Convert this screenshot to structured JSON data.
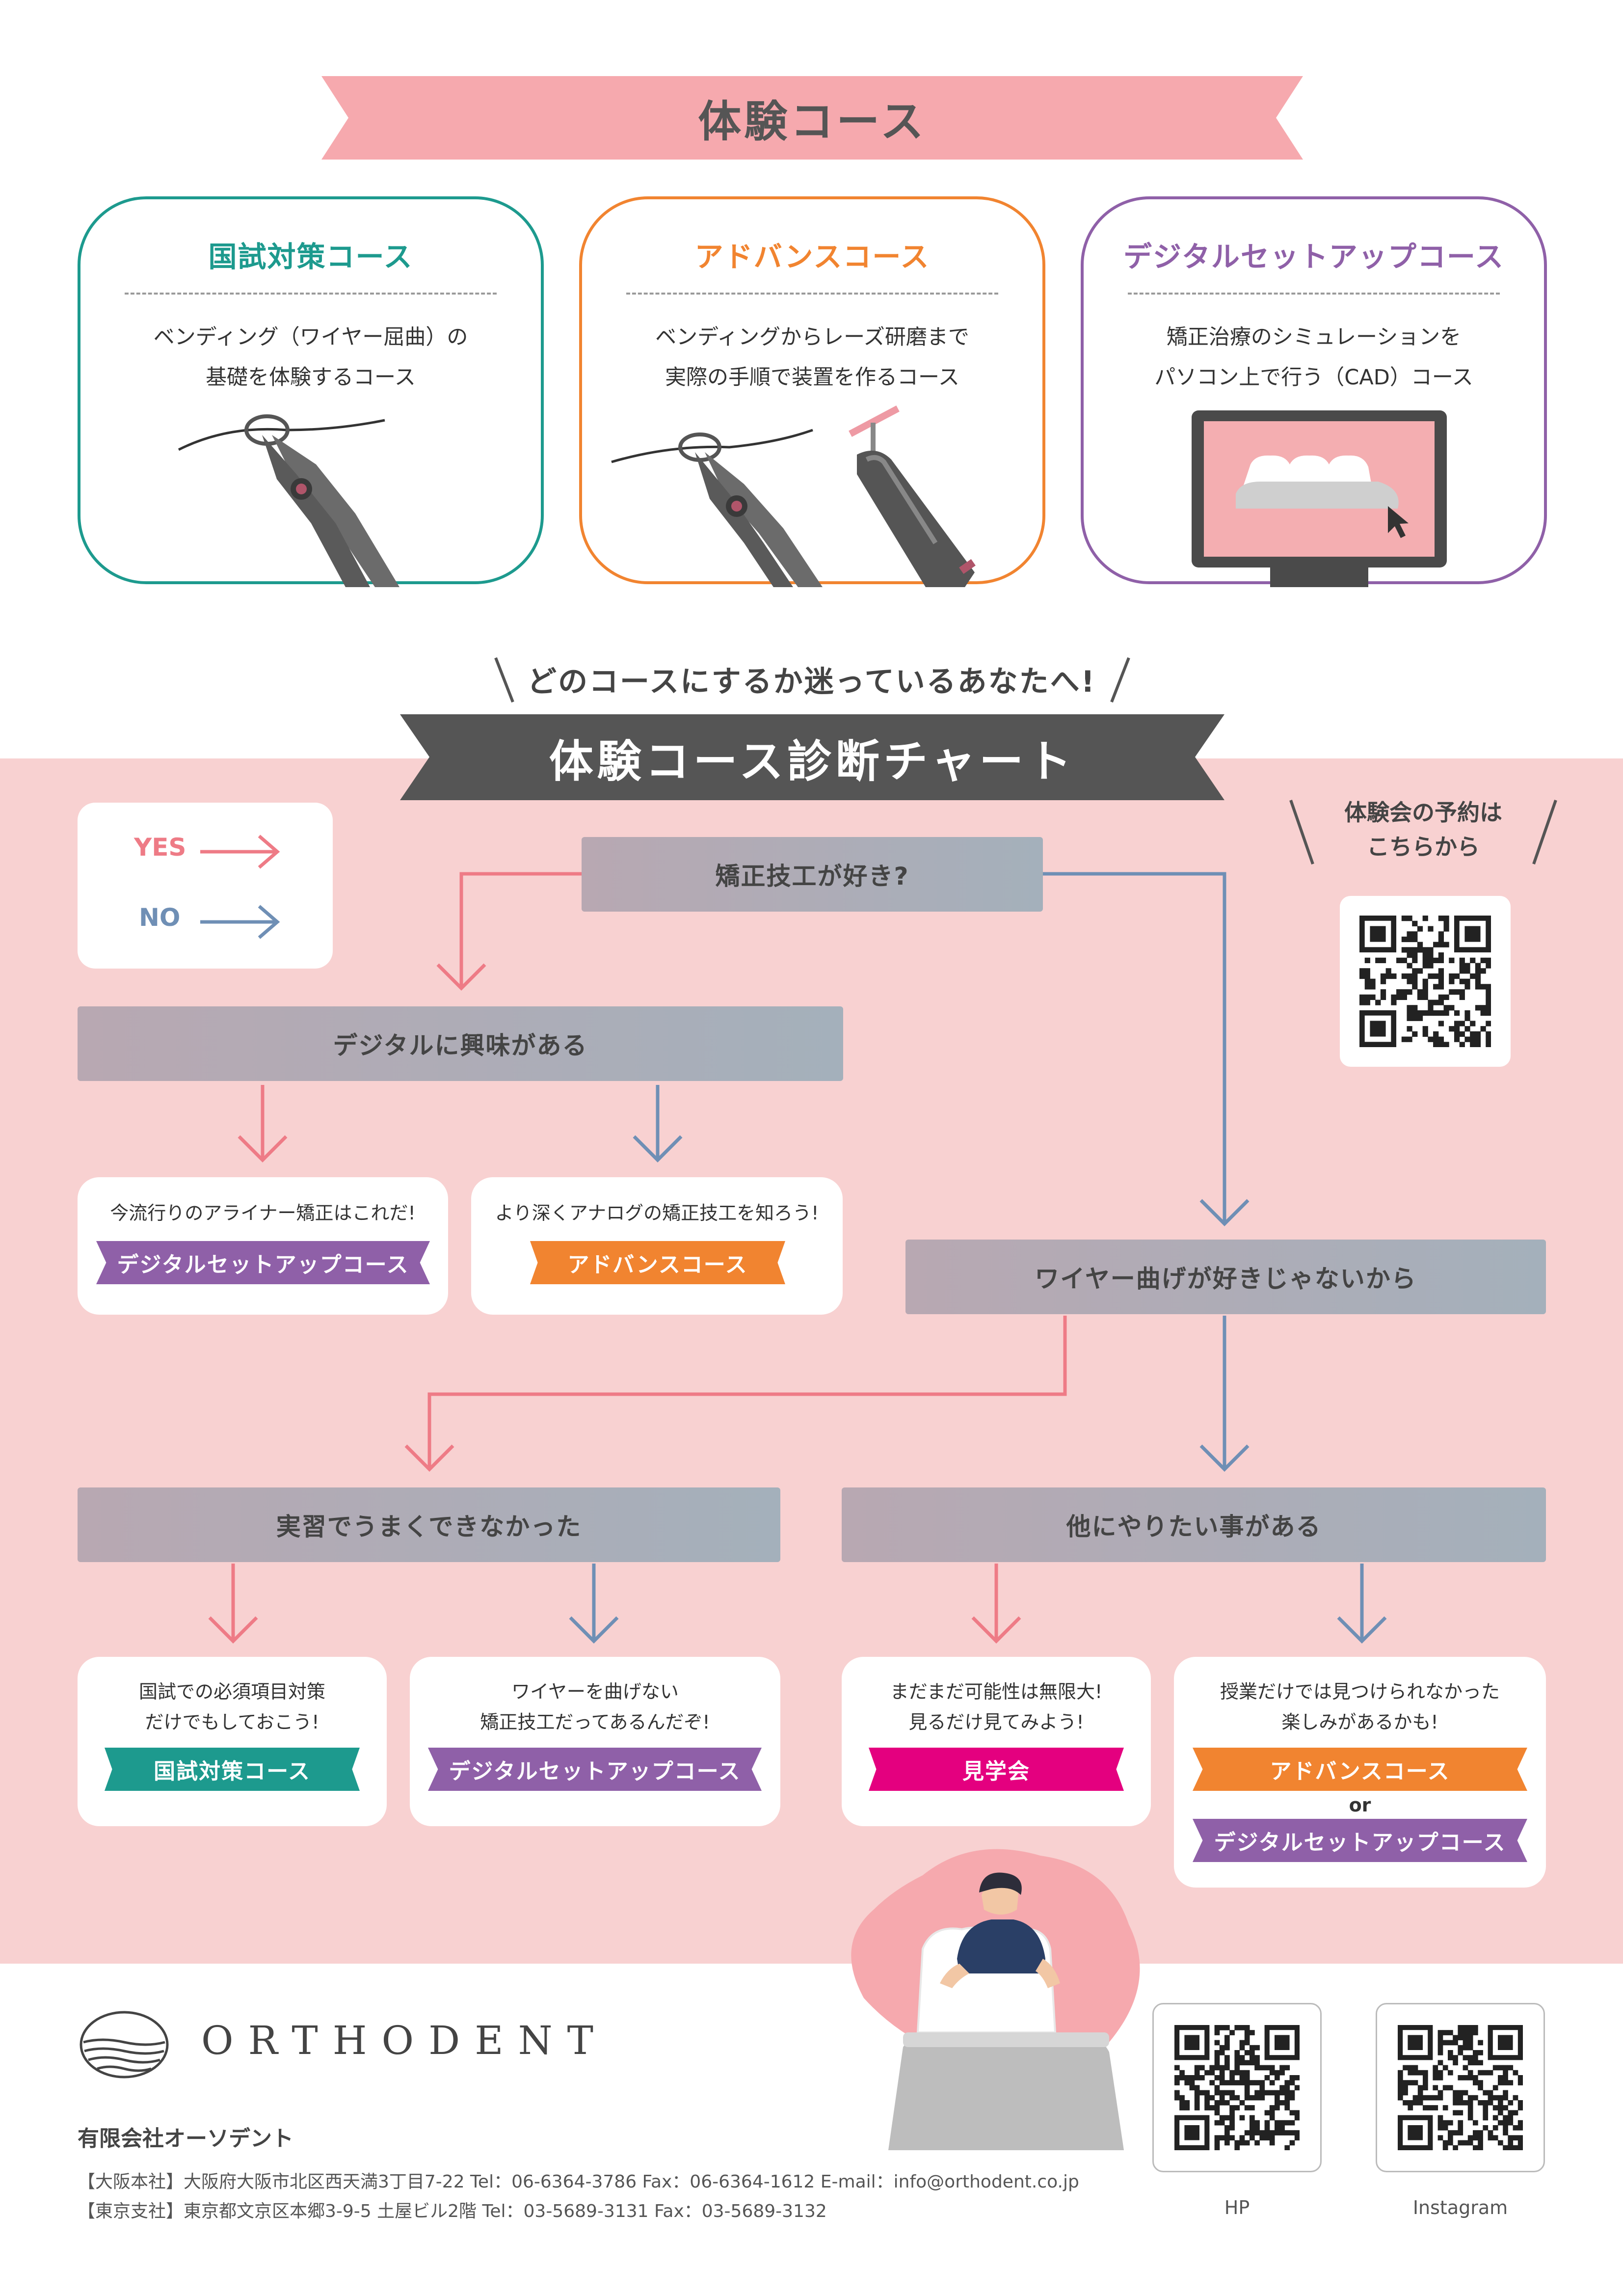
{
  "header": {
    "title": "体験コース"
  },
  "courses": [
    {
      "title": "国試対策コース",
      "desc_lines": [
        "ベンディング（ワイヤー屈曲）の",
        "基礎を体験するコース"
      ],
      "color": "#1d9a8e",
      "icon": "pliers-wire-icon"
    },
    {
      "title": "アドバンスコース",
      "desc_lines": [
        "ベンディングからレーズ研磨まで",
        "実際の手順で装置を作るコース"
      ],
      "color": "#f18430",
      "icon": "pliers-and-grinder-icon"
    },
    {
      "title": "デジタルセットアップコース",
      "desc_lines": [
        "矯正治療のシミュレーションを",
        "パソコン上で行う（CAD）コース"
      ],
      "color": "#8f60a8",
      "icon": "computer-monitor-teeth-icon"
    }
  ],
  "chart": {
    "subtitle": "どのコースにするか迷っているあなたへ!",
    "title": "体験コース診断チャート",
    "legend": {
      "yes": "YES",
      "no": "NO",
      "yes_color": "#ee7b86",
      "no_color": "#6f8fb5"
    },
    "reservation": {
      "line1": "体験会の予約は",
      "line2": "こちらから"
    },
    "questions": {
      "q1": "矯正技工が好き?",
      "q2": "デジタルに興味がある",
      "q3": "ワイヤー曲げが好きじゃないから",
      "q4": "実習でうまくできなかった",
      "q5": "他にやりたい事がある"
    },
    "results": {
      "r1": {
        "line1": "今流行りのアライナー矯正はこれだ!",
        "badge": "デジタルセットアップコース"
      },
      "r2": {
        "line1": "より深くアナログの矯正技工を知ろう!",
        "badge": "アドバンスコース"
      },
      "r3": {
        "line1": "国試での必須項目対策",
        "line2": "だけでもしておこう!",
        "badge": "国試対策コース"
      },
      "r4": {
        "line1": "ワイヤーを曲げない",
        "line2": "矯正技工だってあるんだぞ!",
        "badge": "デジタルセットアップコース"
      },
      "r5": {
        "line1": "まだまだ可能性は無限大!",
        "line2": "見るだけ見てみよう!",
        "badge": "見学会"
      },
      "r6": {
        "line1": "授業だけでは見つけられなかった",
        "line2": "楽しみがあるかも!",
        "badge": "アドバンスコース",
        "or": "or",
        "badge2": "デジタルセットアップコース"
      }
    }
  },
  "footer": {
    "brand": "ORTHODENT",
    "company": "有限会社オーソデント",
    "osaka": "【大阪本社】大阪府大阪市北区西天満3丁目7-22  Tel：06-6364-3786  Fax：06-6364-1612  E-mail：info@orthodent.co.jp",
    "tokyo": "【東京支社】東京都文京区本郷3-9-5 土屋ビル2階  Tel：03-5689-3131  Fax：03-5689-3132",
    "qr_hp": "HP",
    "qr_instagram": "Instagram"
  }
}
